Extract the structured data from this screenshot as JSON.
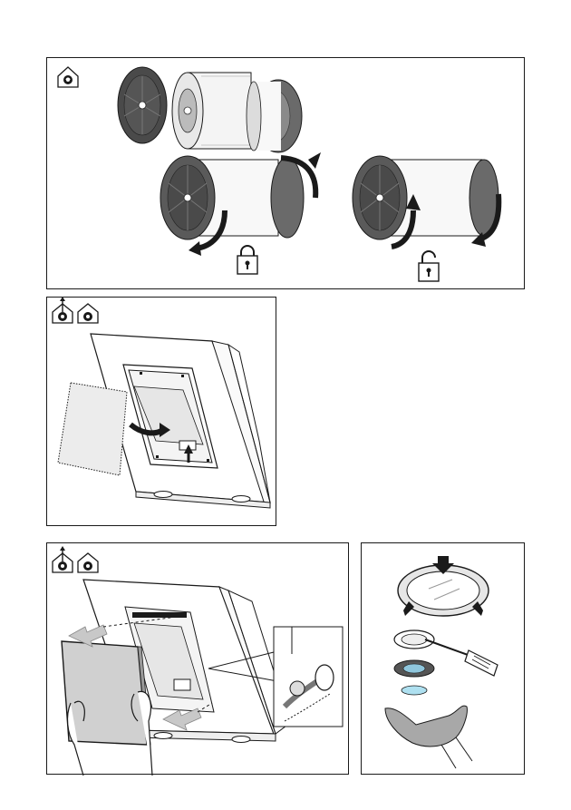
{
  "colors": {
    "line": "#1a1a1a",
    "filter_dark": "#4a4a4a",
    "filter_grey": "#8a8a8a",
    "panel_light": "#f2f2f2",
    "glass": "#d8d8d8",
    "metal": "#9a9a9a",
    "glove": "#a8a8a8",
    "lens_blue": "#aee0f0",
    "arrow_fill": "#bdbdbd"
  },
  "panels": [
    {
      "id": "carbon-filter-install",
      "icons": [
        "recirculation-mode-icon"
      ],
      "lock_icons": [
        "lock-closed-icon",
        "lock-open-icon"
      ]
    },
    {
      "id": "grease-filter-removal",
      "icons": [
        "extraction-mode-icon",
        "recirculation-mode-icon"
      ]
    },
    {
      "id": "glass-panel-removal",
      "icons": [
        "extraction-mode-icon",
        "recirculation-mode-icon"
      ]
    },
    {
      "id": "lamp-replacement",
      "icons": [
        "screwdriver-icon",
        "glove-icon",
        "lamp-lens-icon"
      ]
    }
  ]
}
